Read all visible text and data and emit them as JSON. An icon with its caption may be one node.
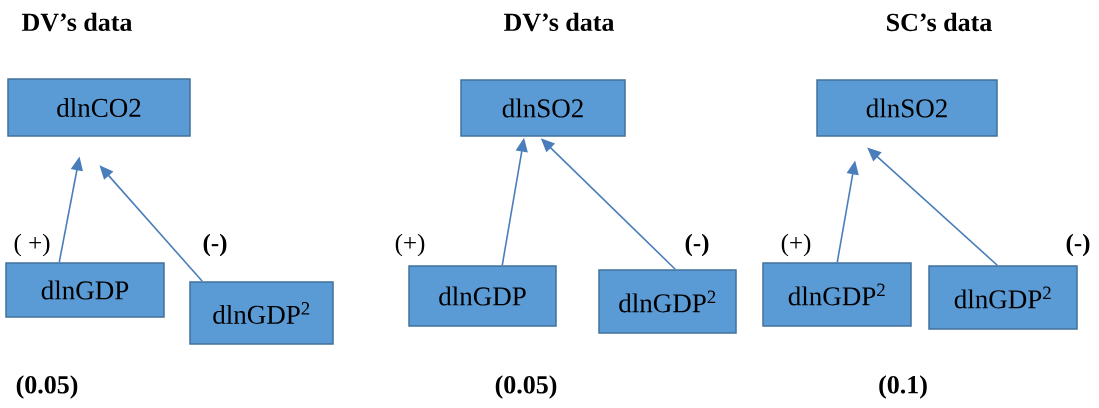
{
  "diagram": {
    "nodes": [
      {
        "text": [
          "dlnCO2"
        ]
      },
      {
        "text": [
          "dlnGDP"
        ]
      },
      {
        "text": [
          "dlnGDP$^{2}$"
        ]
      },
      {
        "text": [
          "dlnSO2"
        ]
      },
      {
        "text": [
          "dlnGDP"
        ]
      },
      {
        "text": [
          "dlnGDP$^{2}$"
        ]
      },
      {
        "text": [
          "dlnSO2"
        ]
      },
      {
        "text": [
          "dlnGDP$^{2}$"
        ]
      },
      {
        "text": [
          "dlnGDP$^{2}$"
        ]
      }
    ],
    "edges": [
      {
        "from": 1,
        "to": 0,
        "arrow": "to",
        "label": "( +)"
      },
      {
        "from": 2,
        "to": 0,
        "arrow": "to",
        "label": "(-)"
      },
      {
        "from": 4,
        "to": 3,
        "arrow": "to",
        "label": "(+)"
      },
      {
        "from": 5,
        "to": 3,
        "arrow": "to",
        "label": "(-)"
      },
      {
        "from": 7,
        "to": 6,
        "arrow": "to",
        "label": "(+)"
      },
      {
        "from": 8,
        "to": 6,
        "arrow": "to",
        "label": "(-)"
      }
    ],
    "labels": [
      "DV’s data",
      "DV’s data",
      "SC’s data",
      "(0.05)",
      "(0.05)",
      "(0.1)"
    ]
  }
}
